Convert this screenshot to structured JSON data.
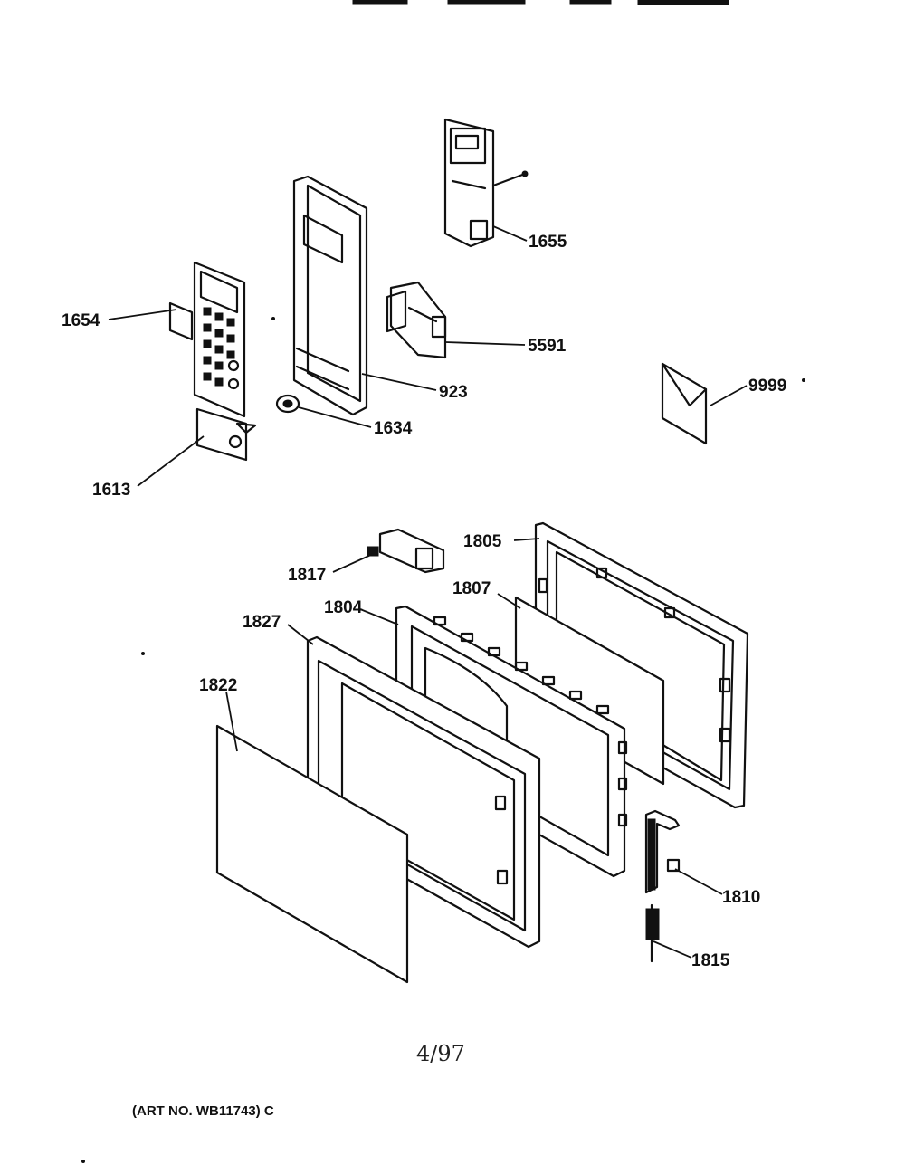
{
  "callouts": {
    "c1655": "1655",
    "c5591": "5591",
    "c9999": "9999",
    "c1654": "1654",
    "c923": "923",
    "c1634": "1634",
    "c1613": "1613",
    "c1805": "1805",
    "c1817": "1817",
    "c1807": "1807",
    "c1804": "1804",
    "c1827": "1827",
    "c1822": "1822",
    "c1810": "1810",
    "c1815": "1815"
  },
  "footer": {
    "date": "4/97",
    "art_number": "(ART NO. WB11743) C"
  }
}
